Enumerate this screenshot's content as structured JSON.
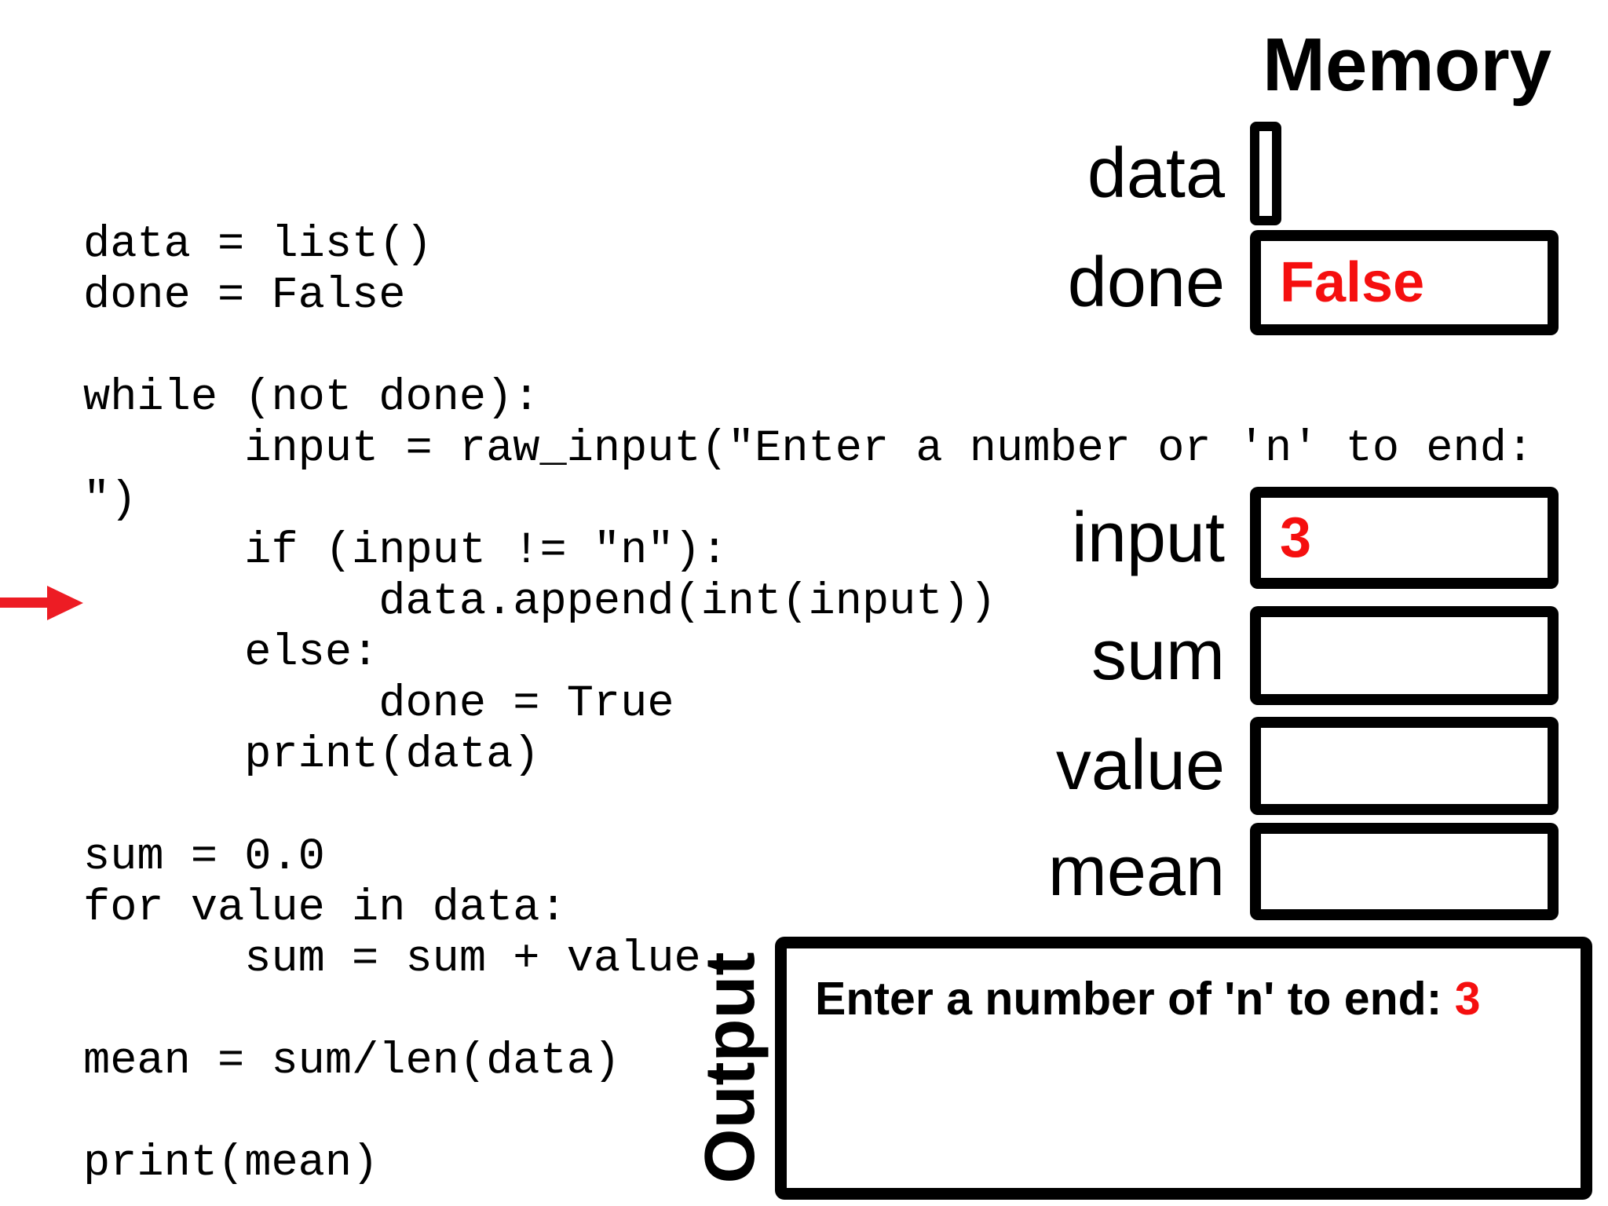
{
  "code": {
    "lines": [
      "data = list()",
      "done = False",
      "",
      "while (not done):",
      "      input = raw_input(\"Enter a number or 'n' to end: ",
      "\")",
      "      if (input != \"n\"):",
      "           data.append(int(input))",
      "      else:",
      "           done = True",
      "      print(data)",
      "",
      "sum = 0.0",
      "for value in data:",
      "      sum = sum + value",
      "",
      "mean = sum/len(data)",
      "",
      "print(mean)"
    ]
  },
  "memory": {
    "title": "Memory",
    "variables": [
      {
        "name": "data",
        "value": "",
        "shape": "empty-list-box"
      },
      {
        "name": "done",
        "value": "False"
      },
      {
        "name": "input",
        "value": "3"
      },
      {
        "name": "sum",
        "value": ""
      },
      {
        "name": "value",
        "value": ""
      },
      {
        "name": "mean",
        "value": ""
      }
    ]
  },
  "output": {
    "label": "Output",
    "prompt": "Enter a number of 'n' to end: ",
    "entered_value": "3"
  },
  "colors": {
    "ink": "#000000",
    "background": "#ffffff",
    "value_red": "#f50f0f",
    "arrow_red": "#ed1c24"
  }
}
